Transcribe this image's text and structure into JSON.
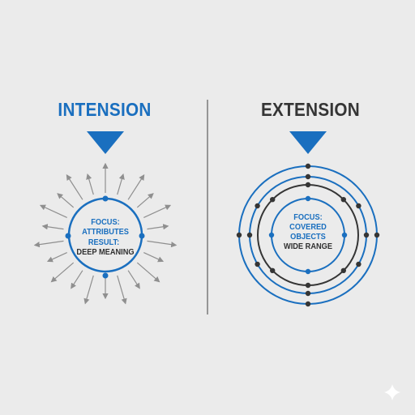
{
  "intension": {
    "title": "INTENSION",
    "focus_label": "FOCUS:",
    "focus_value": "ATTRIBUTES",
    "result_label": "RESULT:",
    "result_value": "DEEP MEANING"
  },
  "extension": {
    "title": "EXTENSION",
    "focus_label": "FOCUS:",
    "focus_value_1": "COVERED",
    "focus_value_2": "OBJECTS",
    "range_label": "WIDE RANGE"
  },
  "colors": {
    "accent": "#1a6fbf",
    "dark": "#353535",
    "arrow": "#8f8f8f",
    "divider": "#7a7a7a",
    "background": "#ebebeb"
  },
  "icons": [
    "sparkle-icon"
  ]
}
